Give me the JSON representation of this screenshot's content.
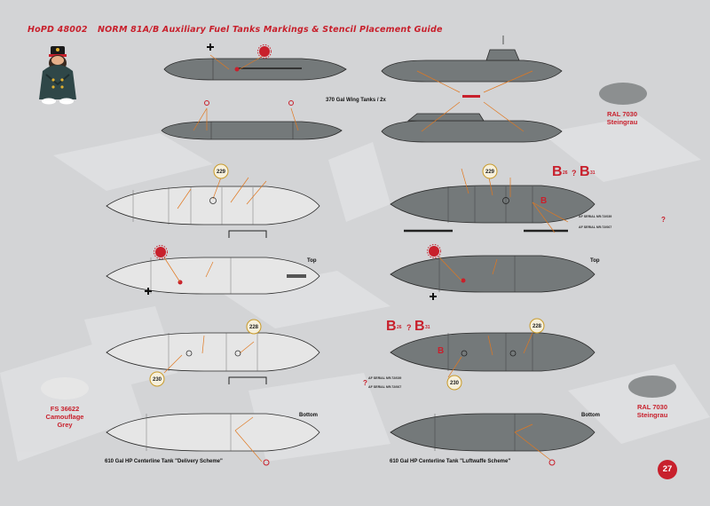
{
  "header": {
    "code": "HoPD 48002",
    "title": "NORM 81A/B Auxiliary Fuel Tanks Markings & Stencil Placement Guide"
  },
  "captions": {
    "wing_tanks": "370 Gal Wing Tanks / 2x",
    "top": "Top",
    "bottom": "Bottom",
    "delivery": "610 Gal HP Centerline Tank \"Delivery Scheme\"",
    "luftwaffe": "610 Gal HP Centerline Tank \"Luftwaffe Scheme\""
  },
  "callouts": {
    "n229a": "229",
    "n229b": "229",
    "n228a": "228",
    "n228b": "228",
    "n230a": "230",
    "n230b": "230"
  },
  "codes": {
    "b": "B",
    "n26": "26",
    "n31": "31",
    "q": "?"
  },
  "stencils": {
    "serial_a": "AF SERIAL  NR:72/039",
    "serial_b": "AF SERIAL  NR:72/067"
  },
  "swatches": [
    {
      "label": "RAL 7030\nSteingrau",
      "color": "#8c8f90"
    },
    {
      "label": "FS 36622\nCamouflage\nGrey",
      "color": "#e6e6e6"
    },
    {
      "label": "RAL 7030\nSteingrau",
      "color": "#8c8f90"
    }
  ],
  "colors": {
    "accent_red": "#c8202c",
    "luftwaffe_grey": "#74797a",
    "delivery_grey": "#e6e6e6",
    "leader_orange": "#e07820"
  },
  "page_number": "27"
}
